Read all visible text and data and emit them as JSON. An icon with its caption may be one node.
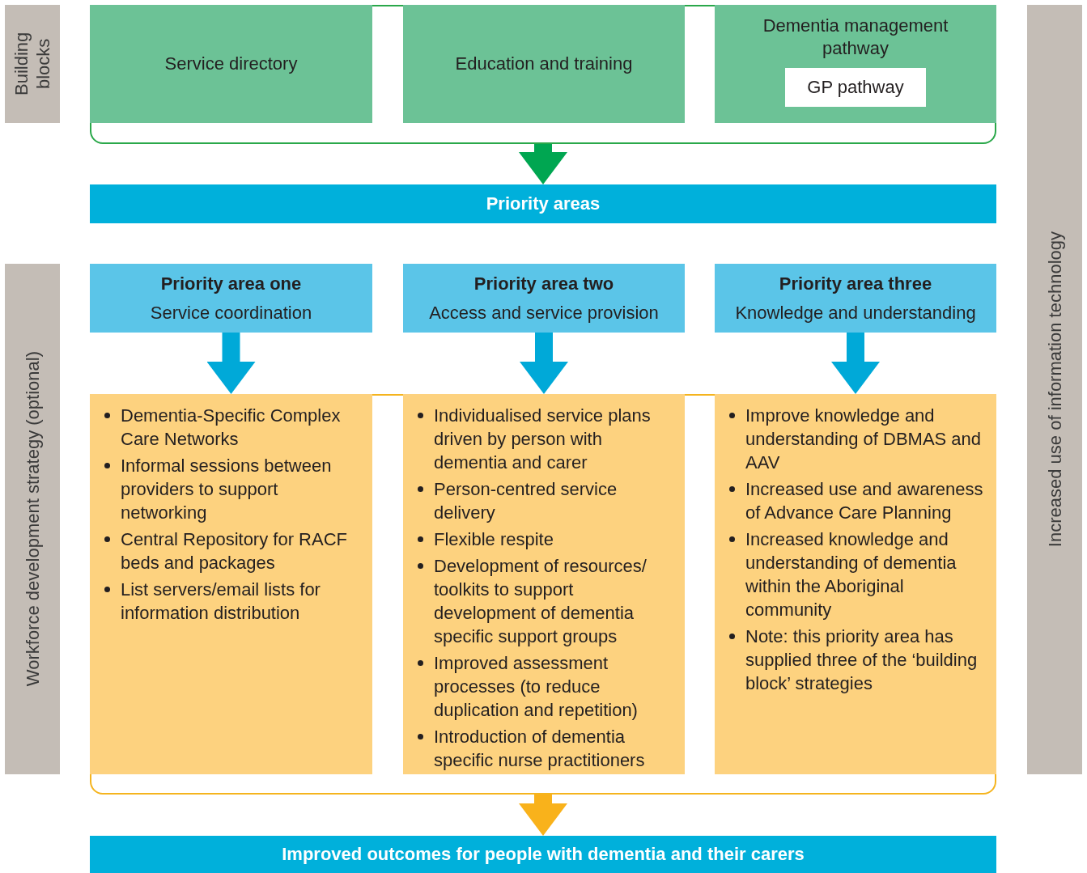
{
  "diagram": {
    "nodes": [
      {
        "text": [
          "Building blocks"
        ]
      },
      {
        "text": [],
        "shape": "box"
      },
      {
        "text": [
          "Service directory"
        ],
        "in": 1
      },
      {
        "text": [
          "Education and training"
        ],
        "in": 1
      },
      {
        "text": [
          "Dementia management pathway"
        ],
        "in": 1
      },
      {
        "text": [
          "GP pathway"
        ],
        "in": 4
      },
      {
        "text": [
          "Priority areas"
        ]
      },
      {
        "text": [
          "Workforce development strategy (optional)"
        ]
      },
      {
        "text": [
          "Priority area one",
          "Service coordination"
        ]
      },
      {
        "text": [
          "Priority area two",
          "Access and service provision"
        ]
      },
      {
        "text": [
          "Priority area three",
          "Knowledge and understanding"
        ]
      },
      {
        "text": [],
        "shape": "box"
      },
      {
        "text": [
          "Dementia-Specific Complex Care Networks",
          "Informal sessions between providers to support networking",
          "Central Repository for RACF beds and packages",
          "List servers/email lists for information distribution"
        ],
        "in": 11
      },
      {
        "text": [
          "Individualised service plans driven by person with dementia and carer",
          "Person-centred service delivery",
          "Flexible respite",
          "Development of resources/ toolkits to support development of dementia specific support groups",
          "Improved assessment processes (to reduce duplication and repetition)",
          "Introduction of dementia specific nurse practitioners"
        ],
        "in": 11
      },
      {
        "text": [
          "Improve knowledge and understanding of DBMAS and AAV",
          "Increased use and awareness of Advance Care Planning",
          "Increased knowledge and understanding of dementia within the Aboriginal community",
          "Note: this priority area has supplied three of the ‘building block’ strategies"
        ],
        "in": 11
      },
      {
        "text": [
          "Improved outcomes for people with dementia and their carers"
        ]
      },
      {
        "text": [
          "Increased use of information technology"
        ]
      }
    ],
    "edges": [
      {
        "from": 1,
        "to": 6,
        "arrow": "to",
        "color": "#00a651"
      },
      {
        "from": 8,
        "to": 12,
        "arrow": "to"
      },
      {
        "from": 9,
        "to": 13,
        "arrow": "to"
      },
      {
        "from": 10,
        "to": 14,
        "arrow": "to"
      },
      {
        "from": 11,
        "to": 15,
        "arrow": "to",
        "color": "#f9b21b"
      }
    ]
  }
}
